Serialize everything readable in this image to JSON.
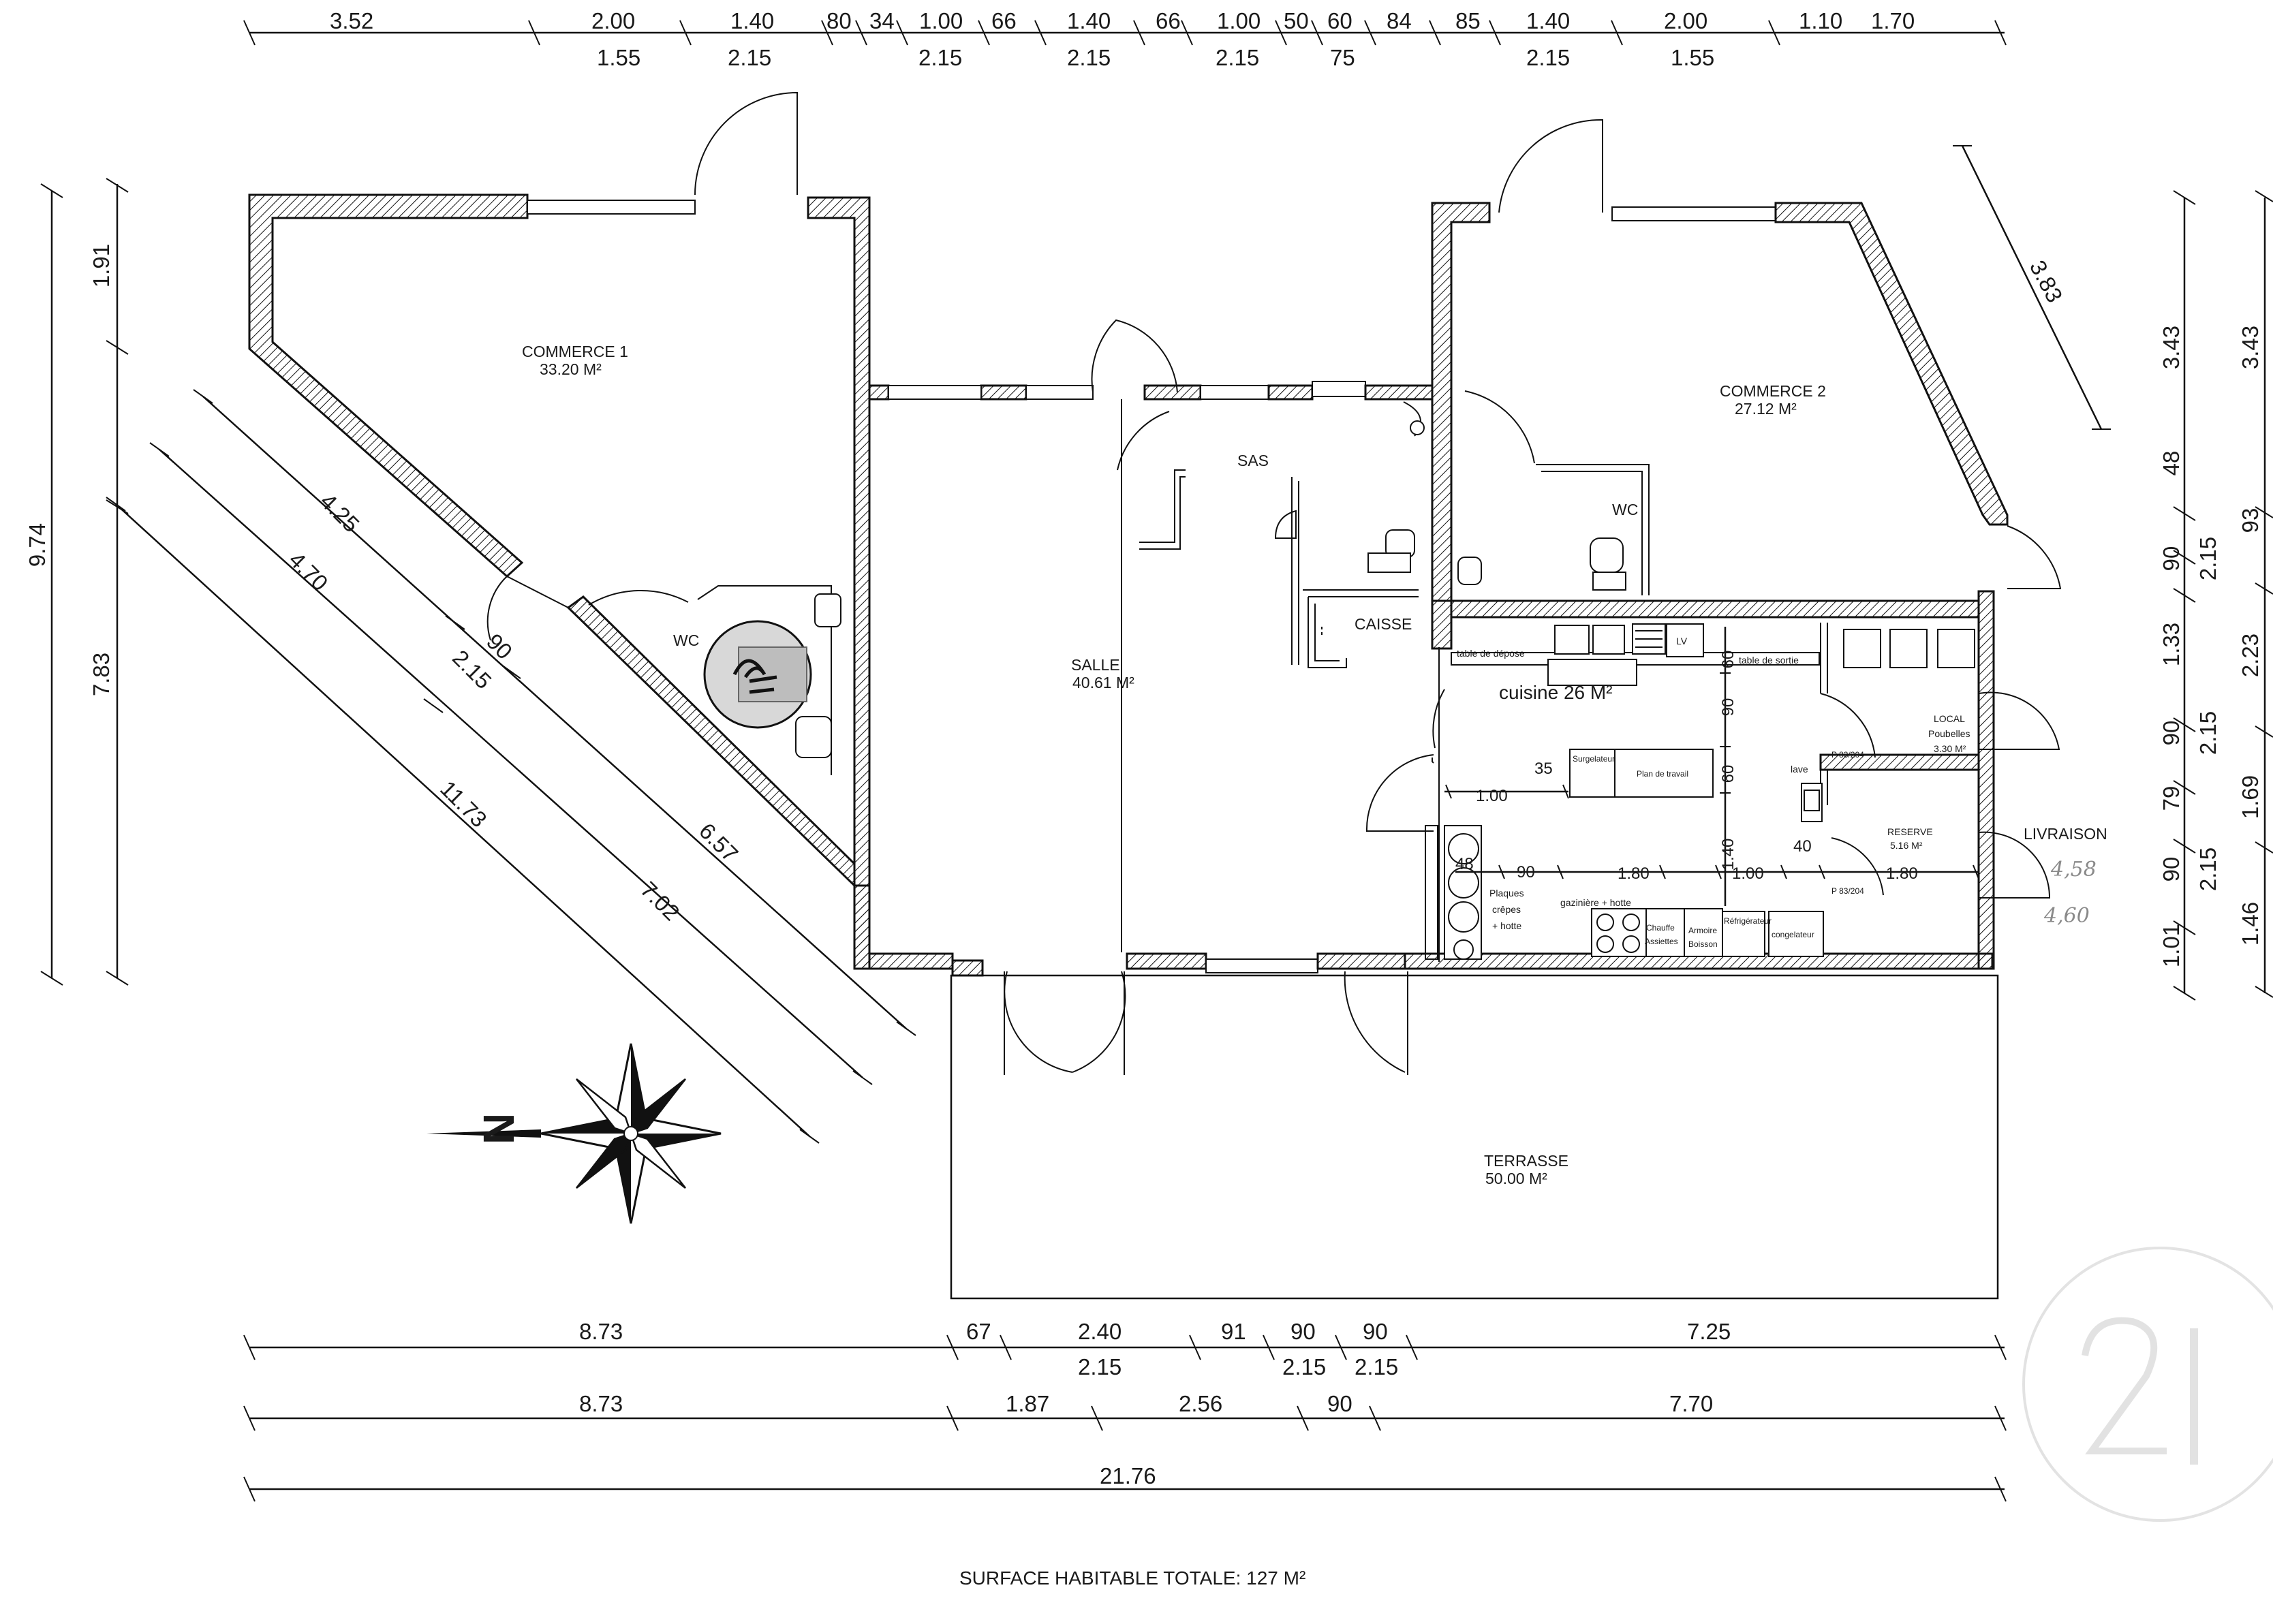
{
  "dimensions": {
    "top_upper": [
      "3.52",
      "2.00",
      "1.40",
      "80",
      "34",
      "1.00",
      "66",
      "1.40",
      "66",
      "1.00",
      "50",
      "60",
      "84",
      "85",
      "1.40",
      "2.00",
      "1.10",
      "1.70"
    ],
    "top_lower": [
      "1.55",
      "2.15",
      "2.15",
      "2.15",
      "2.15",
      "75",
      "2.15",
      "1.55"
    ],
    "left": [
      "9.74",
      "1.91",
      "7.83"
    ],
    "diagonal": [
      "4.25",
      "4.70",
      "90",
      "2.15",
      "11.73",
      "6.57",
      "7.02"
    ],
    "right_diag": "3.83",
    "right_outer": [
      "3.43",
      "93",
      "2.23",
      "1.69",
      "1.46"
    ],
    "right_inner": [
      "3.43",
      "48",
      "90",
      "2.15",
      "1.33",
      "90",
      "2.15",
      "79",
      "90",
      "2.15",
      "1.01"
    ],
    "bottom_row1": [
      "8.73",
      "67",
      "2.40",
      "2.15",
      "91",
      "90",
      "2.15",
      "90",
      "2.15",
      "7.25"
    ],
    "bottom_row2": [
      "8.73",
      "1.87",
      "2.56",
      "90",
      "7.70"
    ],
    "bottom_total": "21.76",
    "kitchen": [
      "60",
      "90",
      "60",
      "1.00",
      "35",
      "1.40",
      "40",
      "48",
      "90",
      "1.80",
      "1.00",
      "1.80"
    ]
  },
  "rooms": {
    "commerce1": {
      "name": "COMMERCE 1",
      "area": "33.20 M²"
    },
    "commerce2": {
      "name": "COMMERCE 2",
      "area": "27.12 M²"
    },
    "salle": {
      "name": "SALLE",
      "area": "40.61 M²"
    },
    "sas": "SAS",
    "caisse": "CAISSE",
    "wc_left": "WC",
    "wc_right": "WC",
    "cuisine": "cuisine 26 M²",
    "local": {
      "name": "LOCAL",
      "sub": "Poubelles",
      "area": "3.30 M²"
    },
    "reserve": {
      "name": "RESERVE",
      "area": "5.16 M²"
    },
    "livraison": "LIVRAISON",
    "terrasse": {
      "name": "TERRASSE",
      "area": "50.00 M²"
    }
  },
  "equipment": {
    "table_depose": "table de dépose",
    "lv": "LV",
    "table_sortie": "table de sortie",
    "surgelateur": "Surgelateur",
    "plan_travail": "Plan de travail",
    "lave": "lave",
    "p83_1": "P 83/204",
    "p83_2": "P 83/204",
    "plaques_1": "Plaques",
    "plaques_2": "crêpes",
    "plaques_3": "+ hotte",
    "gaziniere": "gazinière + hotte",
    "chauffe_1": "Chauffe",
    "chauffe_2": "Assiettes",
    "armoire_1": "Armoire",
    "armoire_2": "Boisson",
    "refrig": "Réfrigérateur",
    "congelateur": "congelateur"
  },
  "annotations": {
    "hand_1": "4,58",
    "hand_2": "4,60"
  },
  "footer": {
    "surface": "SURFACE HABITABLE TOTALE: 127 M²"
  },
  "compass": {
    "north_letter": "N"
  },
  "icons": [
    "compass-rose-icon",
    "wc-icon",
    "sink-icon",
    "hob-icon",
    "watermark-21-icon"
  ]
}
